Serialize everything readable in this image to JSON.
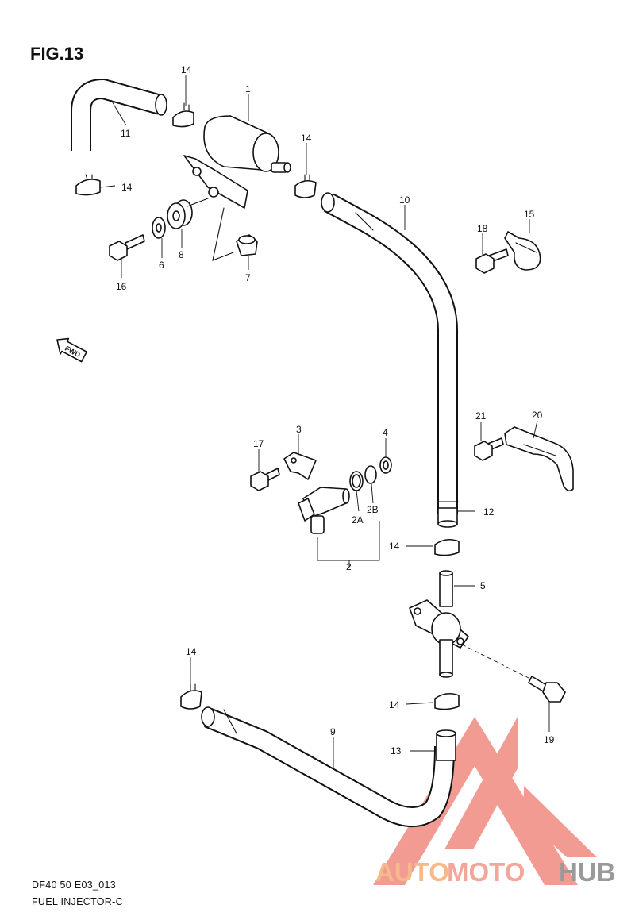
{
  "figure": {
    "title": "FIG.13"
  },
  "callouts": {
    "c1": "1",
    "c2": "2",
    "c2a": "2A",
    "c2b": "2B",
    "c3": "3",
    "c4": "4",
    "c5": "5",
    "c6": "6",
    "c7": "7",
    "c8": "8",
    "c9": "9",
    "c10": "10",
    "c11": "11",
    "c12": "12",
    "c13": "13",
    "c14a": "14",
    "c14b": "14",
    "c14c": "14",
    "c14d": "14",
    "c14e": "14",
    "c14f": "14",
    "c15": "15",
    "c16": "16",
    "c17": "17",
    "c18": "18",
    "c19": "19",
    "c20": "20",
    "c21": "21"
  },
  "direction_marker": {
    "label": "FWD"
  },
  "footer": {
    "code": "DF40 50 E03_013",
    "caption": "FUEL INJECTOR-C"
  },
  "watermark": {
    "text_a": "AUTO",
    "text_b": "MOTO",
    "text_c": "HUB",
    "colors": {
      "logo": "#f08a80",
      "auto": "#f6b98a",
      "moto": "#f2a79a",
      "hub": "#9a9a9a"
    }
  }
}
